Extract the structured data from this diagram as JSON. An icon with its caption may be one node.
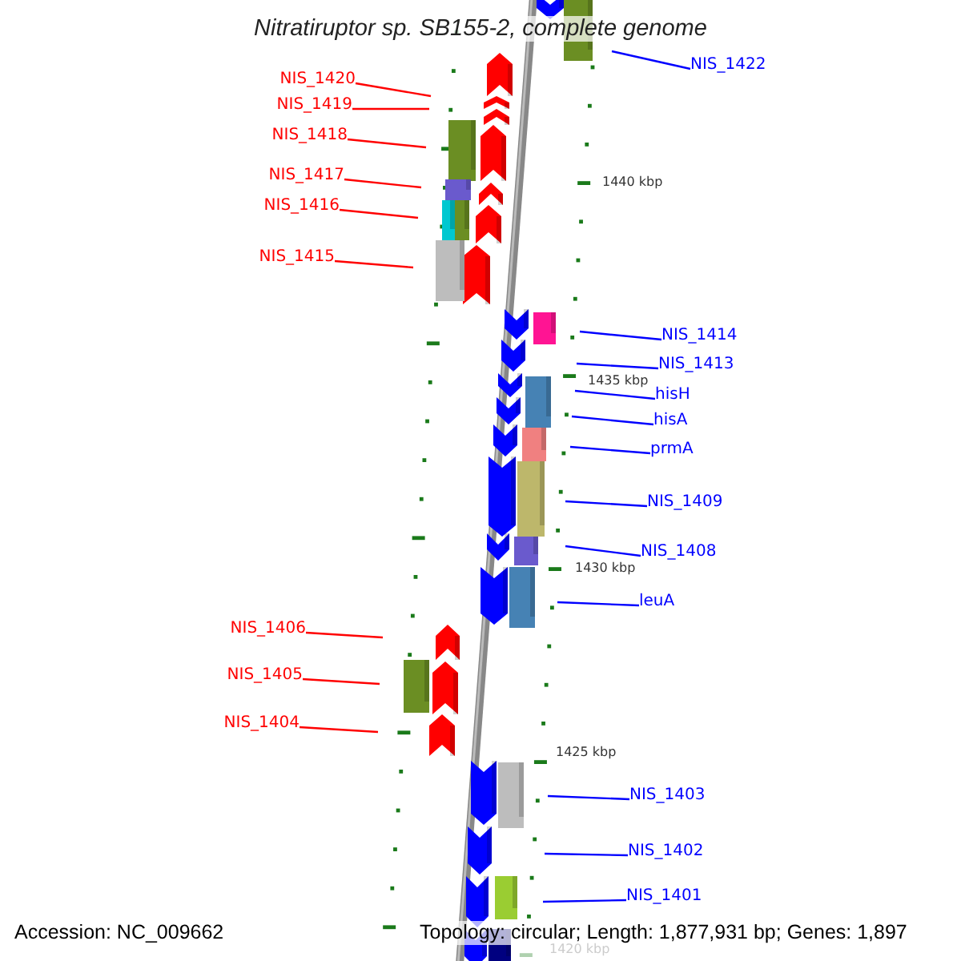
{
  "diagram": {
    "title": "Nitratiruptor sp. SB155-2, complete genome",
    "nodes": [
      {
        "text": [
          "NIS_1422"
        ]
      },
      {
        "text": [
          "NIS_1420"
        ]
      },
      {
        "text": [
          "NIS_1419"
        ]
      },
      {
        "text": [
          "NIS_1418"
        ]
      },
      {
        "text": [
          "NIS_1417"
        ]
      },
      {
        "text": [
          "NIS_1416"
        ]
      },
      {
        "text": [
          "NIS_1415"
        ]
      },
      {
        "text": [
          "NIS_1414"
        ]
      },
      {
        "text": [
          "NIS_1413"
        ]
      },
      {
        "text": [
          "hisH"
        ]
      },
      {
        "text": [
          "hisA"
        ]
      },
      {
        "text": [
          "prmA"
        ]
      },
      {
        "text": [
          "NIS_1409"
        ]
      },
      {
        "text": [
          "NIS_1408"
        ]
      },
      {
        "text": [
          "leuA"
        ]
      },
      {
        "text": [
          "NIS_1406"
        ]
      },
      {
        "text": [
          "NIS_1405"
        ]
      },
      {
        "text": [
          "NIS_1404"
        ]
      },
      {
        "text": [
          "NIS_1403"
        ]
      },
      {
        "text": [
          "NIS_1402"
        ]
      },
      {
        "text": [
          "NIS_1401"
        ]
      }
    ],
    "edges": [
      {
        "from": 0,
        "to": null,
        "arrow": "none"
      },
      {
        "from": 1,
        "to": null,
        "arrow": "none",
        "color": "#ff0000"
      },
      {
        "from": 2,
        "to": null,
        "arrow": "none",
        "color": "#ff0000"
      },
      {
        "from": 3,
        "to": null,
        "arrow": "none",
        "color": "#ff0000"
      },
      {
        "from": 4,
        "to": null,
        "arrow": "none",
        "color": "#ff0000"
      },
      {
        "from": 5,
        "to": null,
        "arrow": "none",
        "color": "#ff0000"
      },
      {
        "from": 6,
        "to": null,
        "arrow": "none",
        "color": "#ff0000"
      },
      {
        "from": 7,
        "to": null,
        "arrow": "none"
      },
      {
        "from": 8,
        "to": null,
        "arrow": "none"
      },
      {
        "from": 9,
        "to": null,
        "arrow": "none"
      },
      {
        "from": 10,
        "to": null,
        "arrow": "none"
      },
      {
        "from": 11,
        "to": null,
        "arrow": "none"
      },
      {
        "from": 12,
        "to": null,
        "arrow": "none"
      },
      {
        "from": 13,
        "to": null,
        "arrow": "none"
      },
      {
        "from": 14,
        "to": null,
        "arrow": "none"
      },
      {
        "from": 15,
        "to": null,
        "arrow": "none",
        "color": "#ff0000"
      },
      {
        "from": 16,
        "to": null,
        "arrow": "none",
        "color": "#ff0000"
      },
      {
        "from": 17,
        "to": null,
        "arrow": "none",
        "color": "#ff0000"
      },
      {
        "from": 18,
        "to": null,
        "arrow": "none"
      },
      {
        "from": 19,
        "to": null,
        "arrow": "none"
      },
      {
        "from": 20,
        "to": null,
        "arrow": "none"
      }
    ],
    "labels": [
      "1440 kbp",
      "1435 kbp",
      "1430 kbp",
      "1425 kbp",
      "Accession: NC_009662",
      "Topology: circular; Length: 1,877,931 bp; Genes: 1,897",
      "1420 kbp"
    ]
  }
}
